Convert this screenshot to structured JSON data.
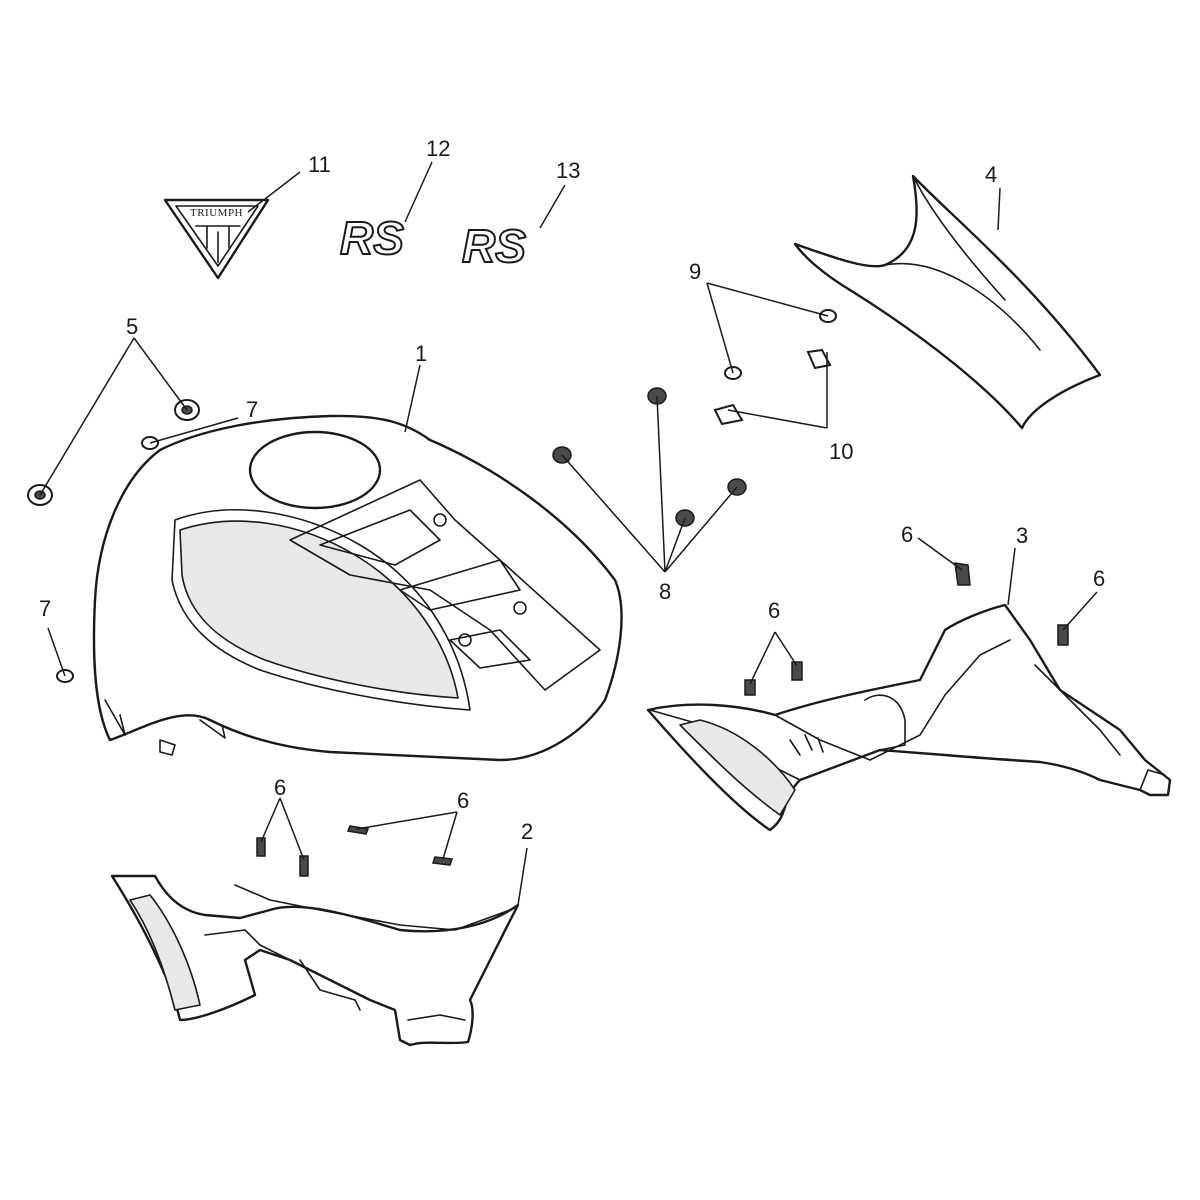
{
  "callouts": {
    "c1": "1",
    "c2": "2",
    "c3": "3",
    "c4": "4",
    "c5": "5",
    "c6a": "6",
    "c6b": "6",
    "c6c": "6",
    "c6d": "6",
    "c6e": "6",
    "c7a": "7",
    "c7b": "7",
    "c8": "8",
    "c9": "9",
    "c10": "10",
    "c11": "11",
    "c12": "12",
    "c13": "13"
  },
  "decals": {
    "triumph_logo_text": "TRIUMPH",
    "rs_decal_left": "RS",
    "rs_decal_right": "RS"
  },
  "colors": {
    "line": "#1a1a1a",
    "background": "#ffffff"
  }
}
